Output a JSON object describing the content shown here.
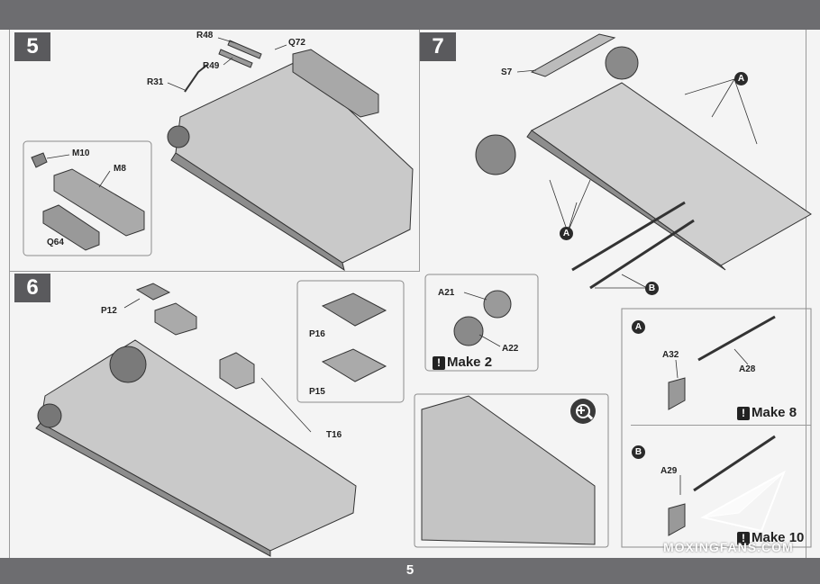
{
  "page": {
    "number": "5"
  },
  "steps": [
    {
      "number": "5"
    },
    {
      "number": "6"
    },
    {
      "number": "7"
    }
  ],
  "step5_labels": {
    "r48": "R48",
    "r49": "R49",
    "r31": "R31",
    "q72": "Q72",
    "m10": "M10",
    "m8": "M8",
    "q64": "Q64"
  },
  "step6_labels": {
    "p12": "P12",
    "p16": "P16",
    "p15": "P15",
    "t16": "T16"
  },
  "step7_labels": {
    "s7": "S7",
    "a": "A",
    "b": "B",
    "a21": "A21",
    "a22": "A22",
    "make_2": "Make 2"
  },
  "sub_a": {
    "badge": "A",
    "a32": "A32",
    "a28": "A28",
    "make": "Make 8"
  },
  "sub_b": {
    "badge": "B",
    "a29": "A29",
    "make": "Make 10"
  },
  "icons": {
    "zoom": "zoom-in-icon",
    "warning": "exclamation-icon"
  },
  "watermark": "MOXINGFANS.COM"
}
